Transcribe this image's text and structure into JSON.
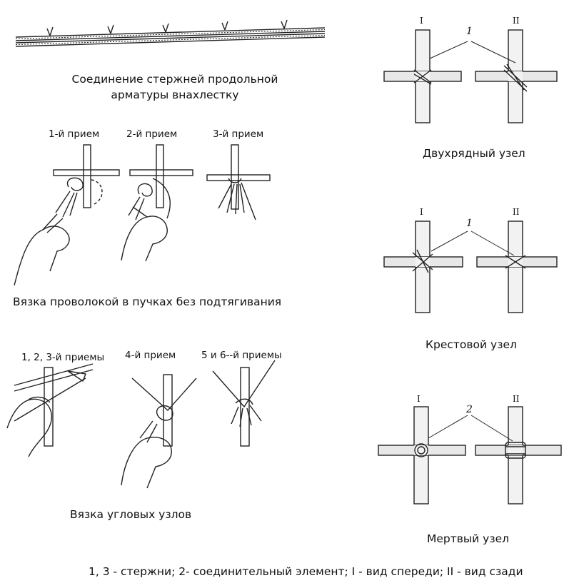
{
  "captions": {
    "lap_joint": "Соединение стержней продольной арматуры внахлестку",
    "bundle_tying": "Вязка проволокой в пучках без подтягивания",
    "corner_tying": "Вязка угловых узлов",
    "double_row_knot": "Двухрядный узел",
    "cross_knot": "Крестовой узел",
    "dead_knot": "Мертвый узел",
    "legend": "1, 3 - стержни; 2- соединительный элемент; I - вид спереди; II - вид сзади"
  },
  "steps_bundle": [
    "1-й прием",
    "2-й прием",
    "3-й прием"
  ],
  "steps_corner": [
    "1, 2, 3-й приемы",
    "4-й прием",
    "5 и 6--й приемы"
  ],
  "views": {
    "front": "I",
    "back": "II"
  },
  "callouts": {
    "double_row": "1",
    "cross": "1",
    "dead": "2"
  }
}
